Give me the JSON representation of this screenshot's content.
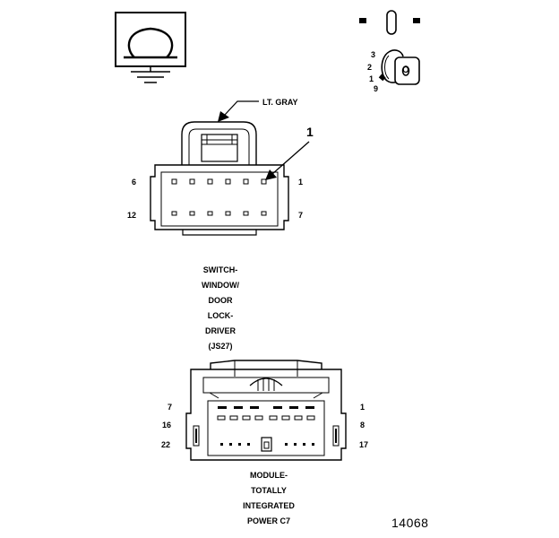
{
  "ground_symbol": {
    "icon": "ground-omega-icon"
  },
  "ignition_switch": {
    "icon": "ignition-key-icon",
    "positions": [
      "3",
      "2",
      "1",
      "9"
    ],
    "key_letter": "O"
  },
  "connector_top": {
    "color_label": "LT. GRAY",
    "callout_number": "1",
    "pins": {
      "top_left": "6",
      "top_right": "1",
      "bottom_left": "12",
      "bottom_right": "7"
    },
    "caption_lines": [
      "SWITCH-",
      "WINDOW/",
      "DOOR",
      "LOCK-",
      "DRIVER",
      "(JS27)"
    ]
  },
  "connector_bottom": {
    "pins": {
      "row1_left": "7",
      "row1_right": "1",
      "row2_left": "16",
      "row2_right": "8",
      "row3_left": "22",
      "row3_right": "17"
    },
    "caption_lines": [
      "MODULE-",
      "TOTALLY",
      "INTEGRATED",
      "POWER C7"
    ]
  },
  "figure_number": "14068"
}
